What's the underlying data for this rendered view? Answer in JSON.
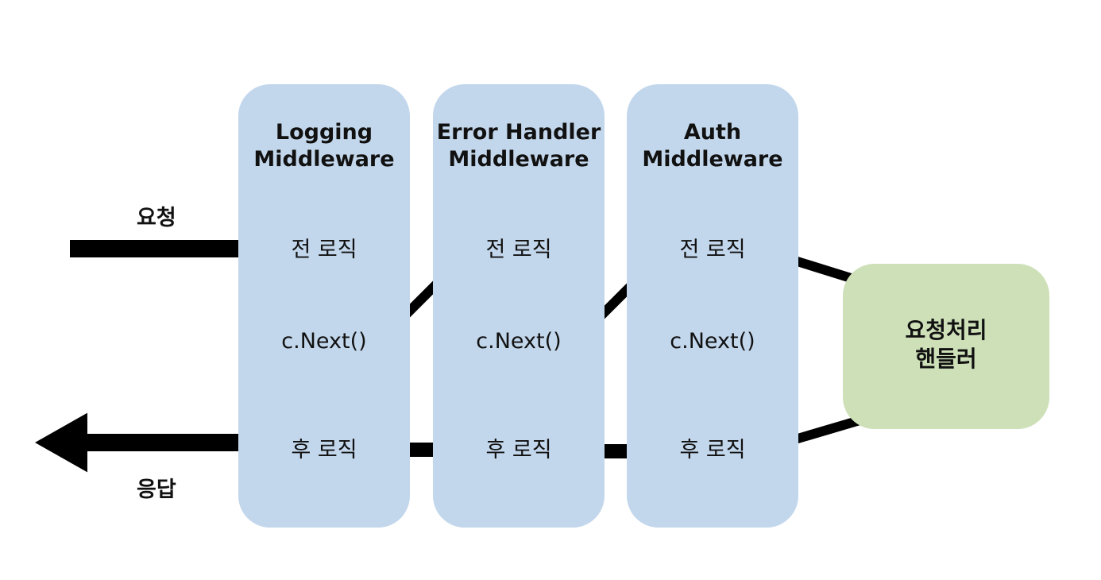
{
  "request_label": "요청",
  "response_label": "응답",
  "middlewares": [
    {
      "title_line1": "Logging",
      "title_line2": "Middleware",
      "pre": "전 로직",
      "next": "c.Next()",
      "post": "후 로직"
    },
    {
      "title_line1": "Error Handler",
      "title_line2": "Middleware",
      "pre": "전 로직",
      "next": "c.Next()",
      "post": "후 로직"
    },
    {
      "title_line1": "Auth",
      "title_line2": "Middleware",
      "pre": "전 로직",
      "next": "c.Next()",
      "post": "후 로직"
    }
  ],
  "handler": {
    "line1": "요청처리",
    "line2": "핸들러"
  },
  "colors": {
    "middleware_panel": "#c3d7ec",
    "handler_panel": "#cde0b8",
    "arrow": "#000000"
  }
}
